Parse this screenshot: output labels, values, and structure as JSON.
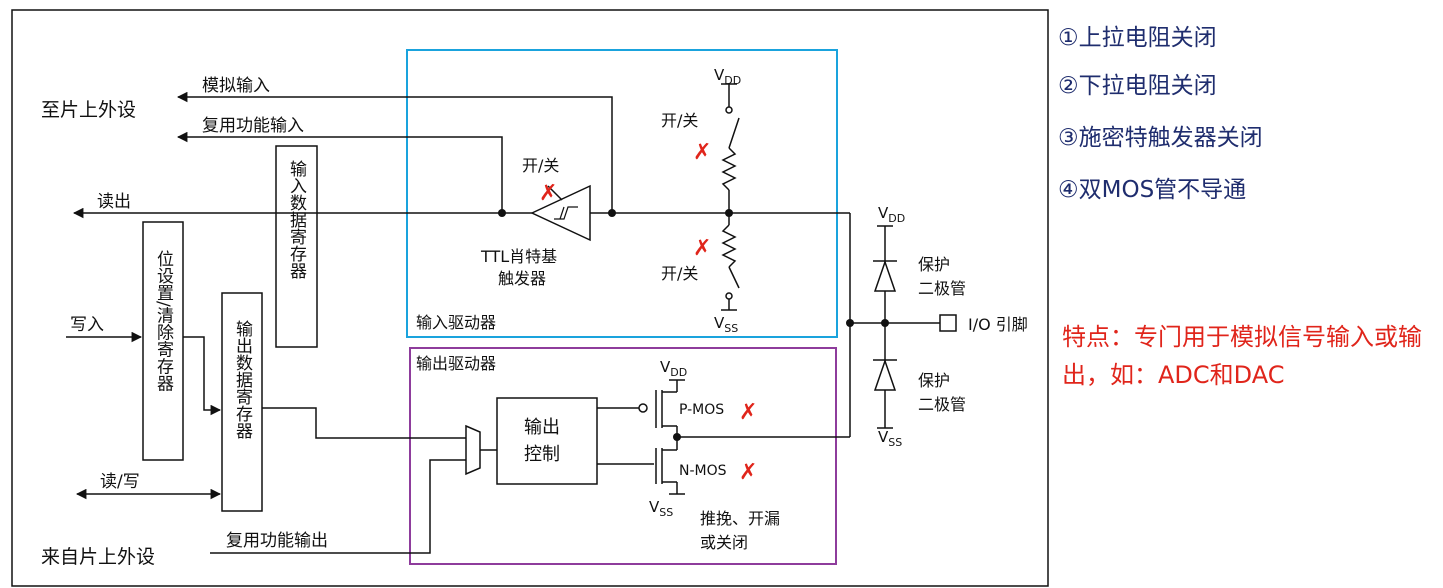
{
  "left_labels": {
    "to_peripheral": "至片上外设",
    "from_peripheral": "来自片上外设",
    "analog_in": "模拟输入",
    "alt_in": "复用功能输入",
    "read": "读出",
    "write": "写入",
    "rw": "读/写",
    "alt_out": "复用功能输出"
  },
  "registers": {
    "input_data": "输入数据寄存器",
    "bit_set_reset": "位设置/清除寄存器",
    "output_data": "输出数据寄存器"
  },
  "input_driver": {
    "label": "输入驱动器",
    "on_off_top": "开/关",
    "on_off_trigger": "开/关",
    "on_off_bottom": "开/关",
    "vdd": "V",
    "vdd_sub": "DD",
    "vss": "V",
    "vss_sub": "SS",
    "ttl_line1": "TTL肖特基",
    "ttl_line2": "触发器"
  },
  "output_driver": {
    "label": "输出驱动器",
    "control_line1": "输出",
    "control_line2": "控制",
    "pmos": "P-MOS",
    "nmos": "N-MOS",
    "vdd": "V",
    "vdd_sub": "DD",
    "vss": "V",
    "vss_sub": "SS",
    "mode_line1": "推挽、开漏",
    "mode_line2": "或关闭"
  },
  "protection": {
    "vdd": "V",
    "vdd_sub": "DD",
    "vss": "V",
    "vss_sub": "SS",
    "diode_top_line1": "保护",
    "diode_top_line2": "二极管",
    "diode_bottom_line1": "保护",
    "diode_bottom_line2": "二极管",
    "io_pin": "I/O 引脚"
  },
  "cross_mark": "✗",
  "notes": [
    "①上拉电阻关闭",
    "②下拉电阻关闭",
    "③施密特触发器关闭",
    "④双MOS管不导通"
  ],
  "feature": "特点：专门用于模拟信号输入或输出，如：ADC和DAC",
  "colors": {
    "input_box": "#1aa3dd",
    "output_box": "#8e3c9c",
    "cross": "#e0251b",
    "note_text": "#1f2d6e",
    "feature_text": "#e0251b"
  }
}
